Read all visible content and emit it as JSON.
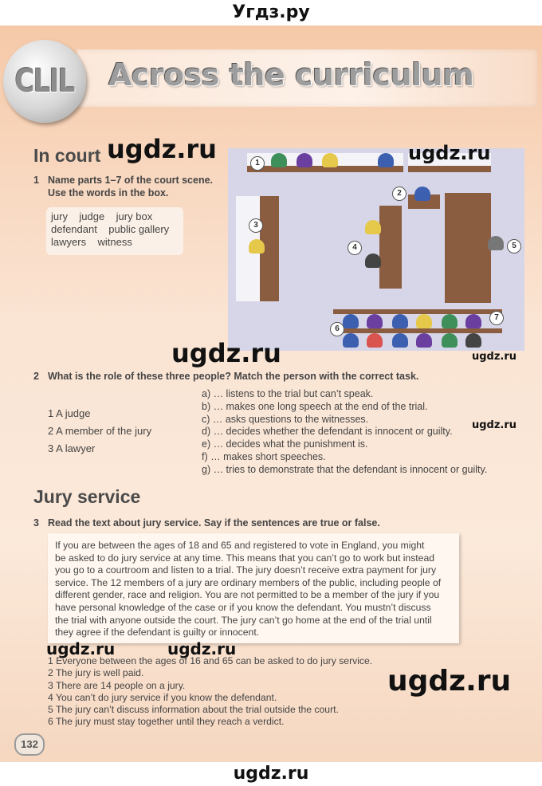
{
  "site_label": "Угдз.ру",
  "header": {
    "badge": "CLIL",
    "title": "Across the curriculum"
  },
  "watermarks": [
    "ugdz.ru",
    "ugdz.ru",
    "ugdz.ru",
    "ugdz.ru",
    "ugdz.ru",
    "ugdz.ru",
    "ugdz.ru",
    "ugdz.ru",
    "ugdz.ru"
  ],
  "section1": {
    "heading": "In court",
    "task1_num": "1",
    "task1_text_line1": "Name parts 1–7 of the court scene.",
    "task1_text_line2": "Use the words in the box.",
    "words": [
      "jury",
      "judge",
      "jury box",
      "defendant",
      "public gallery",
      "lawyers",
      "witness"
    ],
    "markers": [
      "1",
      "2",
      "3",
      "4",
      "5",
      "6",
      "7"
    ],
    "task2_num": "2",
    "task2_text": "What is the role of these three people? Match the person with the correct task.",
    "people": [
      "1  A judge",
      "2  A member of the jury",
      "3  A lawyer"
    ],
    "tasks": [
      "a)  … listens to the trial but can’t speak.",
      "b)  … makes one long speech at the end of the trial.",
      "c)  … asks questions to the witnesses.",
      "d)  … decides whether the defendant is innocent or guilty.",
      "e)  … decides what the punishment is.",
      "f)  … makes short speeches.",
      "g)  … tries to demonstrate that the defendant is innocent or guilty."
    ]
  },
  "section2": {
    "heading": "Jury service",
    "task3_num": "3",
    "task3_text": "Read the text about jury service. Say if the sentences are true or false.",
    "text_lines": [
      "If you are between the ages of 18 and 65 and registered to vote in England, you might",
      "be asked to do jury service at any time. This means that you can’t go to work but instead",
      "you go to a courtroom and listen to a trial. The jury doesn’t receive extra payment for jury",
      "service. The 12 members of a jury are ordinary members of the public, including people of",
      "different gender, race and religion. You are not permitted to be a member of the jury if you",
      "have personal knowledge of the case or if you know the defendant. You mustn’t discuss",
      "the trial with anyone outside the court. The jury can’t go home at the end of the trial until",
      "they agree if the defendant is guilty or innocent."
    ],
    "statements": [
      "1   Everyone between the ages of 16 and 65 can be asked to do jury service.",
      "2   The jury is well paid.",
      "3   There are 14 people on a jury.",
      "4   You can’t do jury service if you know the defendant.",
      "5   The jury can’t discuss information about the trial outside the court.",
      "6   The jury must stay together until they reach a verdict."
    ]
  },
  "page_number": "132",
  "bottom_label": "ugdz.ru"
}
